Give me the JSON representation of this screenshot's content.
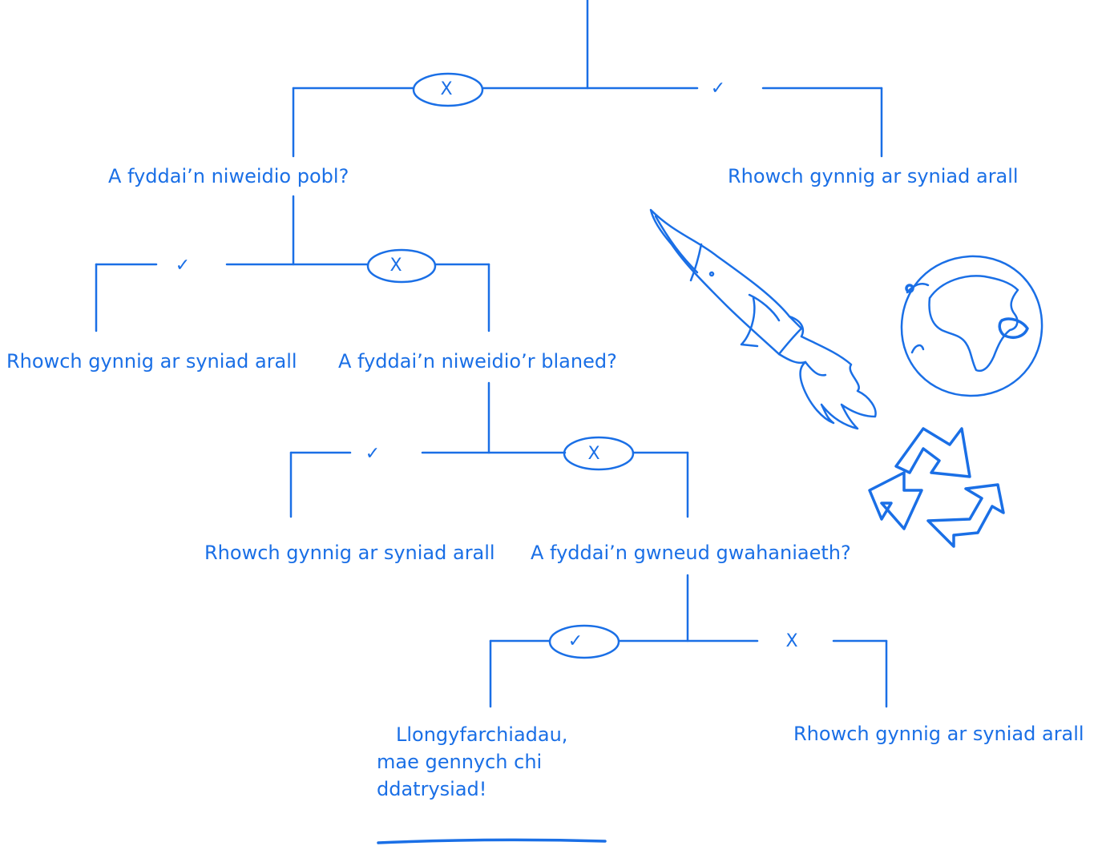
{
  "colors": {
    "ink": "#1a6fe6",
    "background": "#ffffff"
  },
  "questions": {
    "q1": "A fyddai’n niweidio pobl?",
    "q2": "A fyddai’n niweidio’r blaned?",
    "q3": "A fyddai’n gwneud gwahaniaeth?"
  },
  "outcomes": {
    "alt_idea_1": "Rhowch gynnig ar syniad arall",
    "alt_idea_2": "Rhowch gynnig ar syniad arall",
    "alt_idea_3": "Rhowch gynnig ar syniad arall",
    "alt_idea_4": "Rhowch gynnig ar syniad arall",
    "success": {
      "line1": "Llongyfarchiadau,",
      "line2": "mae gennych chi",
      "line3": "ddatrysiad!"
    }
  },
  "marks": {
    "yes": "✓",
    "no": "X"
  },
  "illustrations": [
    "rocket-icon",
    "earth-globe-icon",
    "recycle-icon"
  ]
}
